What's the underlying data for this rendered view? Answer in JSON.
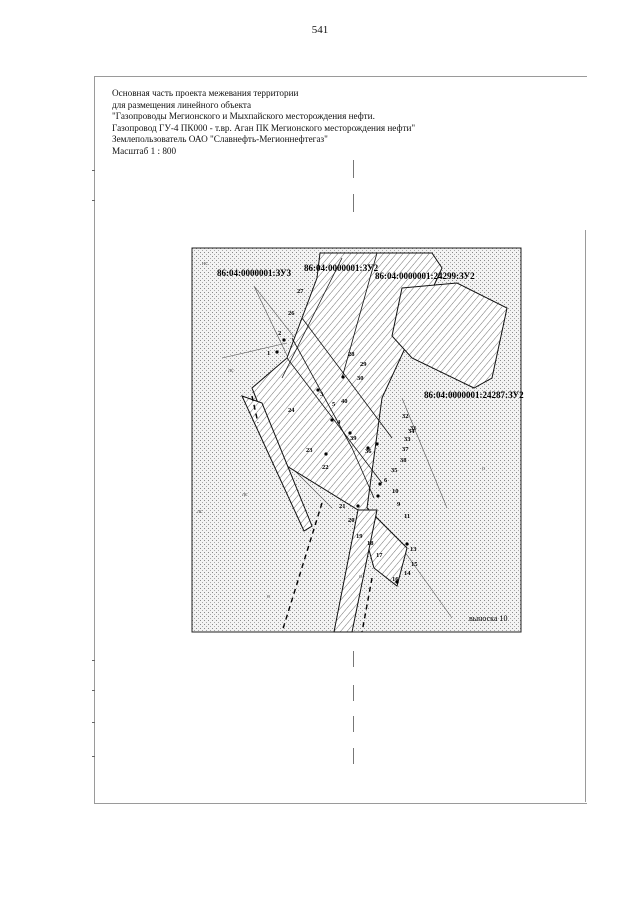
{
  "page": {
    "number": "541"
  },
  "header": {
    "lines": [
      "Основная часть проекта межевания территории",
      "для размещения линейного объекта",
      "\"Газопроводы Мегионского и Мыхпайского месторождения нефти.",
      "Газопровод ГУ-4 ПК000 - т.вр. Аган ПК Мегионского месторождения нефти\"",
      "Землепользователь  ОАО \"Славнефть-Мегионнефтегаз\"",
      "Масштаб 1 : 800"
    ]
  },
  "map": {
    "parcels": [
      "86:04:0000001:ЗУ3",
      "86:04:0000001:ЗУ2",
      "86:04:0000001:24299:ЗУ2",
      "86:04:0000001:24287:ЗУ2"
    ],
    "points": [
      {
        "label": "1"
      },
      {
        "label": "2"
      },
      {
        "label": "3"
      },
      {
        "label": "4"
      },
      {
        "label": "5"
      },
      {
        "label": "6"
      },
      {
        "label": "9"
      },
      {
        "label": "10"
      },
      {
        "label": "11"
      },
      {
        "label": "13"
      },
      {
        "label": "14"
      },
      {
        "label": "15"
      },
      {
        "label": "16"
      },
      {
        "label": "17"
      },
      {
        "label": "18"
      },
      {
        "label": "19"
      },
      {
        "label": "20"
      },
      {
        "label": "21"
      },
      {
        "label": "22"
      },
      {
        "label": "23"
      },
      {
        "label": "24"
      },
      {
        "label": "26"
      },
      {
        "label": "27"
      },
      {
        "label": "28"
      },
      {
        "label": "29"
      },
      {
        "label": "30"
      },
      {
        "label": "31"
      },
      {
        "label": "32"
      },
      {
        "label": "33"
      },
      {
        "label": "34"
      },
      {
        "label": "35"
      },
      {
        "label": "36"
      },
      {
        "label": "37"
      },
      {
        "label": "38"
      },
      {
        "label": "39"
      },
      {
        "label": "40"
      }
    ],
    "callout": "выноска 10"
  }
}
